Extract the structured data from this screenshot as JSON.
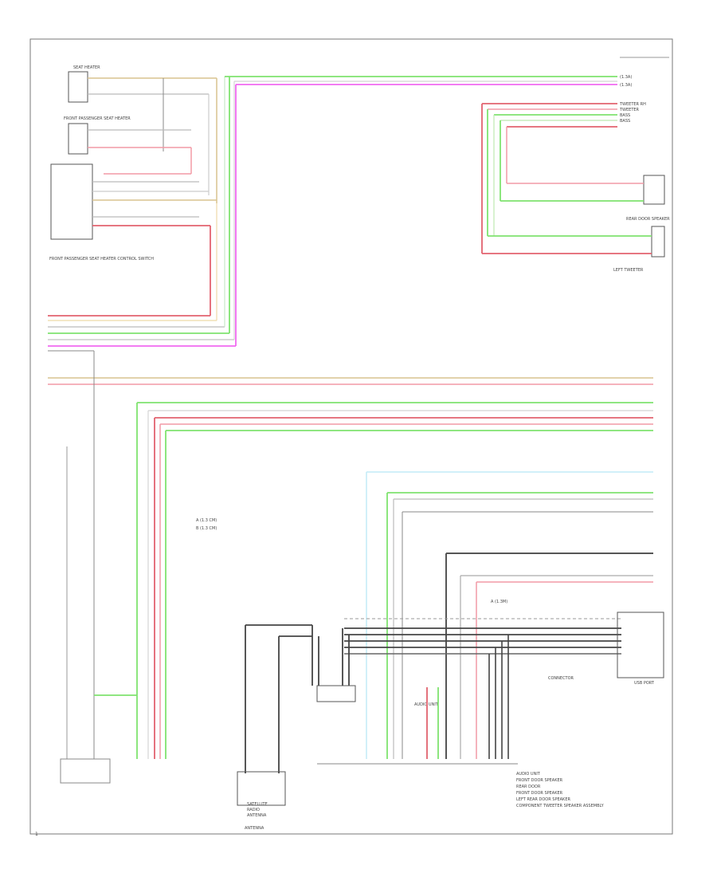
{
  "page_id": "1",
  "connectors": {
    "seat_heater_top": "SEAT HEATER",
    "front_passenger_top": "FRONT PASSENGER SEAT HEATER",
    "module_bottom_left": "FRONT PASSENGER SEAT HEATER CONTROL SWITCH"
  },
  "right_labels": {
    "top_group": [
      "(1.3A)",
      "(1.3A)"
    ],
    "tweeter_group": [
      "TWEETER RH",
      "TWEETER",
      "BASS",
      "BASS"
    ],
    "rear_door": "REAR DOOR SPEAKER",
    "left_tweeter": "LEFT TWEETER"
  },
  "mid_labels": {
    "legend_a": "A (1.3 CM)",
    "legend_b": "B (1.3 CM)",
    "code_label": "A (1.3M)"
  },
  "bottom_labels": {
    "connector_block": "CONNECTOR",
    "audio_unit": "AUDIO UNIT",
    "usb_port": "USB PORT",
    "antenna": "ANTENNA",
    "audio_notes": [
      "AUDIO UNIT",
      "FRONT DOOR SPEAKER",
      "REAR DOOR",
      "FRONT DOOR SPEAKER",
      "LEFT REAR DOOR SPEAKER",
      "COMPONENT TWEETER SPEAKER ASSEMBLY"
    ],
    "satellite": [
      "SATELLITE",
      "RADIO",
      "ANTENNA"
    ]
  }
}
